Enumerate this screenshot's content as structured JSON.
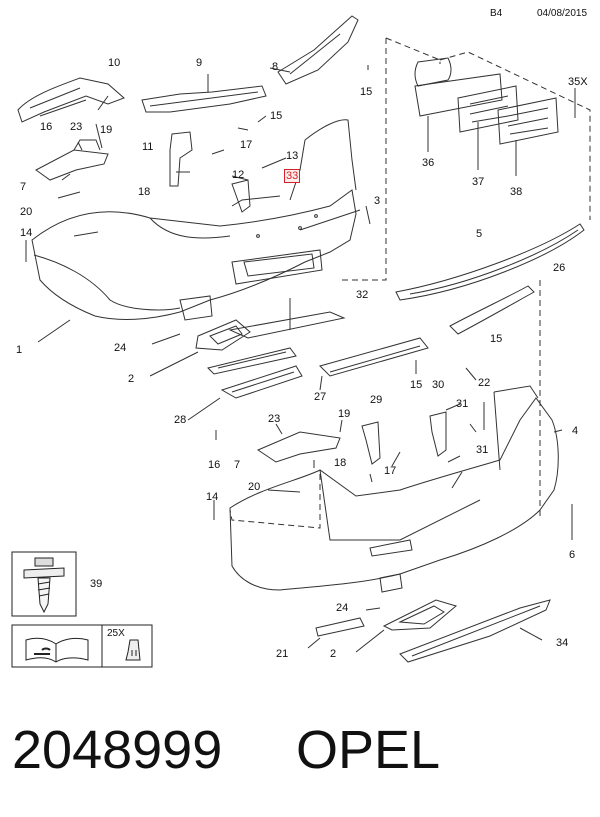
{
  "header": {
    "page_code": "B4",
    "date": "04/08/2015"
  },
  "highlight_color": "#d2232a",
  "callouts": {
    "c1": "1",
    "c2a": "2",
    "c2b": "2",
    "c3": "3",
    "c4": "4",
    "c5": "5",
    "c6": "6",
    "c7a": "7",
    "c7b": "7",
    "c8": "8",
    "c9": "9",
    "c10": "10",
    "c11": "11",
    "c12": "12",
    "c13": "13",
    "c14a": "14",
    "c14b": "14",
    "c15a": "15",
    "c15b": "15",
    "c15c": "15",
    "c15d": "15",
    "c16a": "16",
    "c16b": "16",
    "c17a": "17",
    "c17b": "17",
    "c18a": "18",
    "c18b": "18",
    "c19a": "19",
    "c19b": "19",
    "c20a": "20",
    "c20b": "20",
    "c21": "21",
    "c22": "22",
    "c23a": "23",
    "c23b": "23",
    "c24a": "24",
    "c24b": "24",
    "c26": "26",
    "c27": "27",
    "c28": "28",
    "c29": "29",
    "c30": "30",
    "c31a": "31",
    "c31b": "31",
    "c32": "32",
    "c33": "33",
    "c34": "34",
    "c35x": "35X",
    "c36": "36",
    "c37": "37",
    "c38": "38",
    "c39": "39"
  },
  "legend": {
    "quantity_label": "25X"
  },
  "footer": {
    "part_number": "2048999",
    "brand": "OPEL"
  }
}
